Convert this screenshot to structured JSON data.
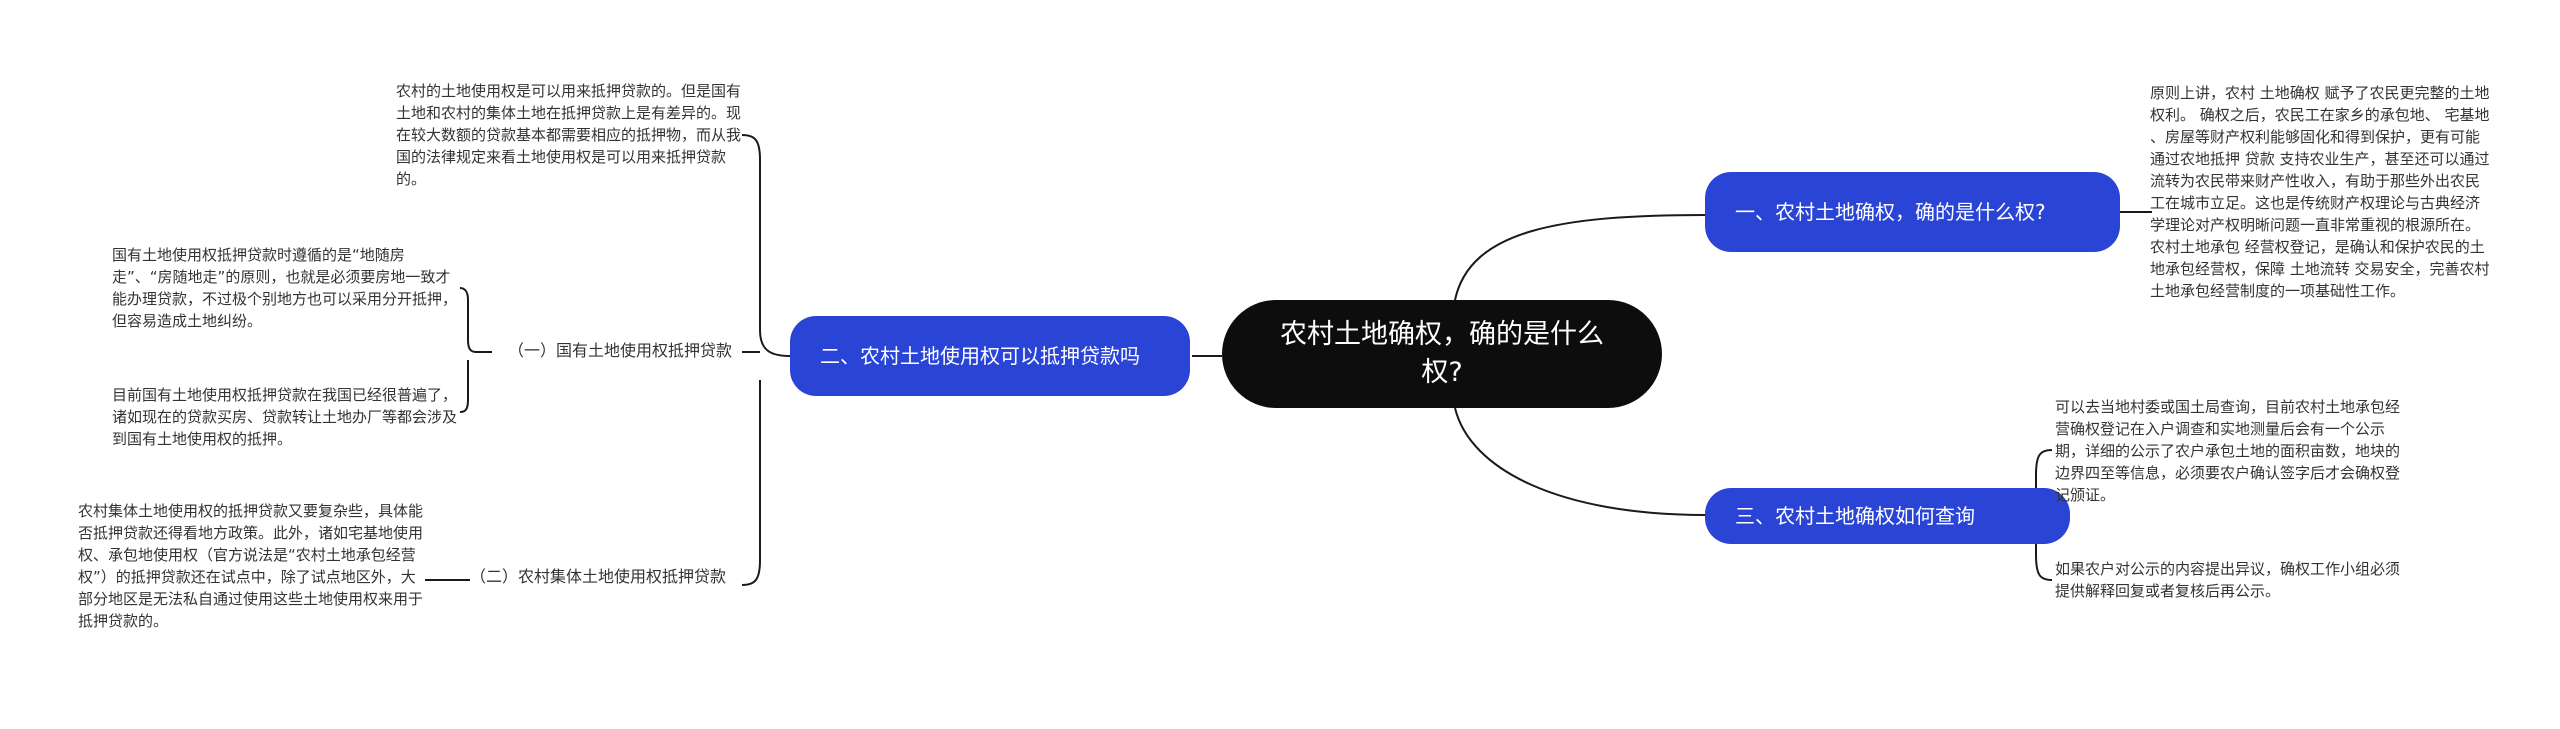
{
  "root": {
    "title": "农村土地确权，确的是什么权?"
  },
  "branches": [
    {
      "label": "一、农村土地确权，确的是什么权?",
      "text": "原则上讲，农村 土地确权 赋予了农民更完整的土地权利。 确权之后，农民工在家乡的承包地、 宅基地 、房屋等财产权利能够固化和得到保护，更有可能通过农地抵押 贷款 支持农业生产，甚至还可以通过流转为农民带来财产性收入，有助于那些外出农民工在城市立足。这也是传统财产权理论与古典经济学理论对产权明晰问题一直非常重视的根源所在。农村土地承包 经营权登记，是确认和保护农民的土地承包经营权，保障 土地流转 交易安全，完善农村土地承包经营制度的一项基础性工作。"
    },
    {
      "label": "二、农村土地使用权可以抵押贷款吗",
      "intro": "农村的土地使用权是可以用来抵押贷款的。但是国有土地和农村的集体土地在抵押贷款上是有差异的。现在较大数额的贷款基本都需要相应的抵押物，而从我国的法律规定来看土地使用权是可以用来抵押贷款的。",
      "subs": [
        {
          "label": "（一）国有土地使用权抵押贷款",
          "leaves": [
            "国有土地使用权抵押贷款时遵循的是“地随房走”、“房随地走”的原则，也就是必须要房地一致才能办理贷款，不过极个别地方也可以采用分开抵押，但容易造成土地纠纷。",
            "目前国有土地使用权抵押贷款在我国已经很普遍了，诸如现在的贷款买房、贷款转让土地办厂等都会涉及到国有土地使用权的抵押。"
          ]
        },
        {
          "label": "（二）农村集体土地使用权抵押贷款",
          "leaves": [
            "农村集体土地使用权的抵押贷款又要复杂些，具体能否抵押贷款还得看地方政策。此外，诸如宅基地使用权、承包地使用权（官方说法是“农村土地承包经营权”）的抵押贷款还在试点中，除了试点地区外，大部分地区是无法私自通过使用这些土地使用权来用于抵押贷款的。"
          ]
        }
      ]
    },
    {
      "label": "三、农村土地确权如何查询",
      "leaves": [
        "可以去当地村委或国土局查询，目前农村土地承包经营确权登记在入户调查和实地测量后会有一个公示期，详细的公示了农户承包土地的面积亩数，地块的边界四至等信息，必须要农户确认签字后才会确权登记颁证。",
        "如果农户对公示的内容提出异议，确权工作小组必须提供解释回复或者复核后再公示。"
      ]
    }
  ]
}
